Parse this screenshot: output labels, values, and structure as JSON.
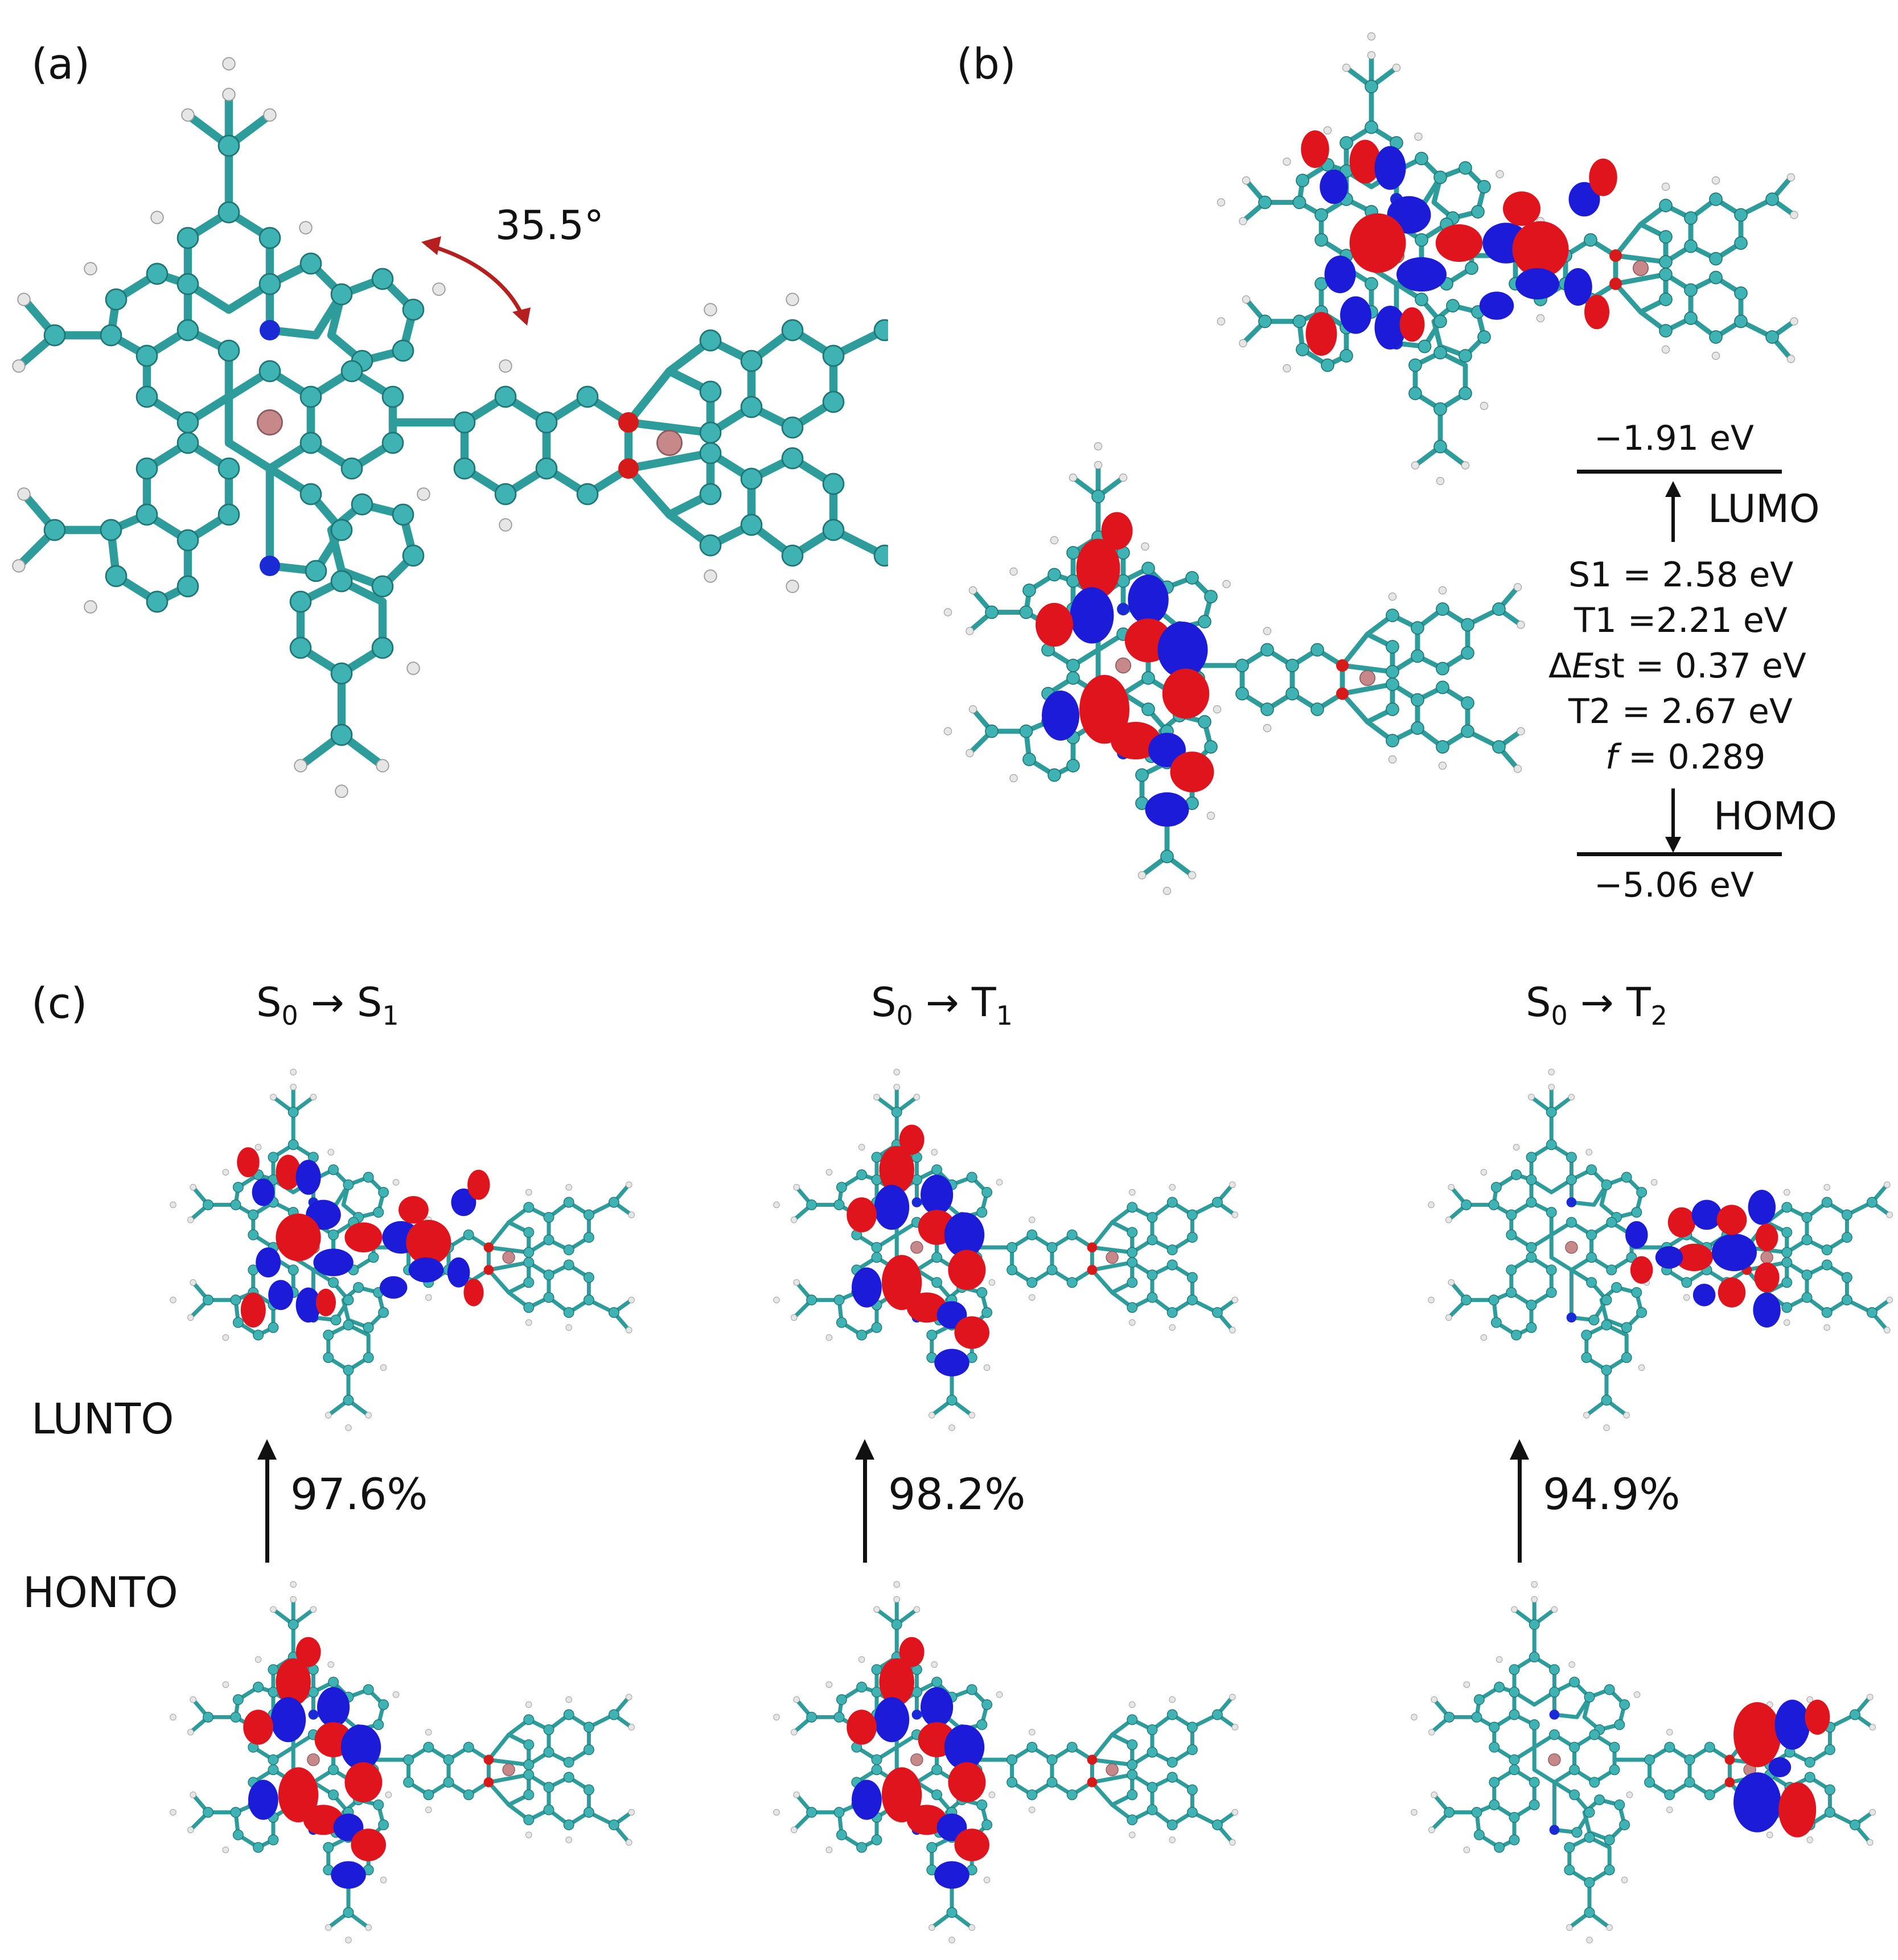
{
  "colors": {
    "carbon": "#3fb3b3",
    "carbon_dark": "#2a8a8a",
    "hydrogen": "#e4e4e4",
    "nitrogen": "#1a2bd6",
    "oxygen": "#d61a1a",
    "boron": "#c7888a",
    "lobe_red": "#e0141c",
    "lobe_blue": "#1c1cd8",
    "arrow_red": "#b51f1f",
    "text": "#111111"
  },
  "panel_a": {
    "label": "(a)",
    "angle_text": "35.5°"
  },
  "panel_b": {
    "label": "(b)",
    "lumo_energy": "−1.91 eV",
    "lumo_label": "LUMO",
    "homo_energy": "−5.06 eV",
    "homo_label": "HOMO",
    "s1": "S1 = 2.58 eV",
    "t1": "T1 =2.21 eV",
    "delta_prefix": "Δ",
    "delta_italic": "E",
    "delta_rest": "st = 0.37 eV",
    "t2": "T2 = 2.67 eV",
    "f_italic": "f",
    "f_rest": " = 0.289"
  },
  "panel_c": {
    "label": "(c)",
    "lunto_label": "LUNTO",
    "honto_label": "HONTO",
    "transitions": [
      {
        "from_base": "S",
        "from_sub": "0",
        "arrow": "→",
        "to_base": "S",
        "to_sub": "1",
        "percent": "97.6%"
      },
      {
        "from_base": "S",
        "from_sub": "0",
        "arrow": "→",
        "to_base": "T",
        "to_sub": "1",
        "percent": "98.2%"
      },
      {
        "from_base": "S",
        "from_sub": "0",
        "arrow": "→",
        "to_base": "T",
        "to_sub": "2",
        "percent": "94.9%"
      }
    ]
  }
}
